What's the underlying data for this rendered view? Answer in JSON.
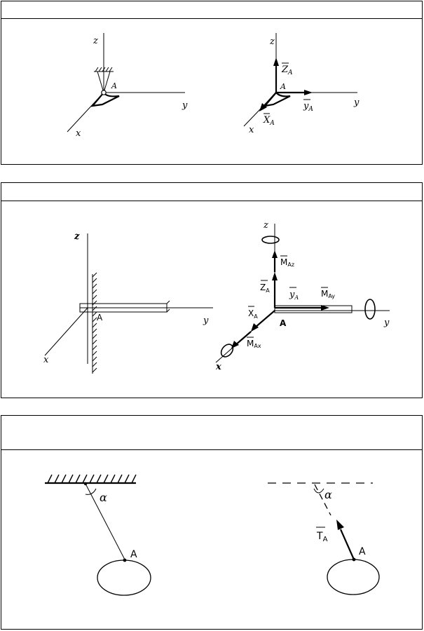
{
  "panel1": {
    "header": "",
    "left": {
      "z": "z",
      "y": "y",
      "x": "x",
      "point": "A"
    },
    "right": {
      "z": "z",
      "y": "y",
      "x": "x",
      "point": "A",
      "reaction_z": "Z",
      "reaction_z_sub": "A",
      "reaction_y": "y",
      "reaction_y_sub": "A",
      "reaction_x": "X",
      "reaction_x_sub": "A"
    }
  },
  "panel2": {
    "header": "",
    "left": {
      "z": "z",
      "y": "y",
      "x": "x",
      "point": "A"
    },
    "right": {
      "z": "z",
      "y": "y",
      "x": "x",
      "point": "A",
      "reaction_z": "Z",
      "reaction_z_sub": "A",
      "reaction_y": "y",
      "reaction_y_sub": "A",
      "reaction_x": "X",
      "reaction_x_sub": "A",
      "moment_z": "M",
      "moment_z_sub": "Az",
      "moment_y": "M",
      "moment_y_sub": "Ay",
      "moment_x": "M",
      "moment_x_sub": "Ax"
    }
  },
  "panel3": {
    "header": "",
    "left": {
      "angle": "α",
      "point": "A"
    },
    "right": {
      "angle": "α",
      "point": "A",
      "tension": "T",
      "tension_sub": "A"
    }
  }
}
